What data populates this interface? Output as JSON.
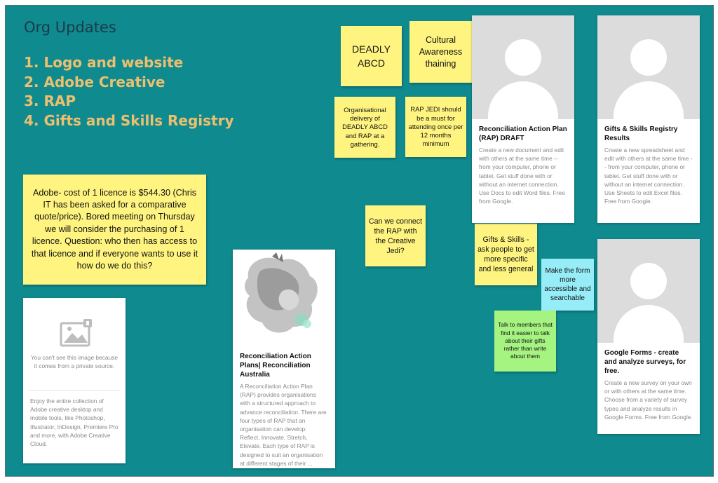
{
  "board": {
    "title": "Org Updates",
    "agenda": [
      "1. Logo and website",
      "2. Adobe Creative",
      "3. RAP",
      "4. Gifts and Skills Registry"
    ]
  },
  "stickies": {
    "deadly": "DEADLY ABCD",
    "cultural": "Cultural Awareness thaining",
    "org_delivery": "Organisational delivery of DEADLY ABCD and RAP at a gathering.",
    "rap_jedi": "RAP JEDI should be a must for attending once per 12 months minimum",
    "adobe_cost": "Adobe- cost of 1 licence is $544.30 (Chris IT has been asked for a comparative quote/price). Bored meeting on Thursday we will consider the purchasing of 1 licence. Question: who then has access to that licence and if everyone wants to use it how do we do this?",
    "connect_rap": "Can we connect the RAP with the Creative Jedi?",
    "gifts_skills": "Gifts & Skills - ask people to get more specific and less general",
    "form_accessible": "Make the form more accessible and searchable",
    "talk_members": "Talk to members that find it easier to talk about their gifts rather than write about them"
  },
  "cards": {
    "rap_draft": {
      "title": "Reconciliation Action Plan (RAP) DRAFT",
      "desc": "Create a new document and edit with others at the same time -- from your computer, phone or tablet. Get stuff done with or without an internet connection. Use Docs to edit Word files. Free from Google."
    },
    "gifts_results": {
      "title": "Gifts & Skills Registry Results",
      "desc": "Create a new spreadsheet and edit with others at the same time -- from your computer, phone or tablet. Get stuff done with or without an internet connection. Use Sheets to edit Excel files. Free from Google."
    },
    "google_forms": {
      "title": "Google Forms - create and analyze surveys, for free.",
      "desc": "Create a new survey on your own or with others at the same time. Choose from a variety of survey types and analyze results in Google Forms. Free from Google."
    },
    "adobe_private": {
      "placeholder": "You can't see this image because it comes from a private source.",
      "desc": "Enjoy the entire collection of Adobe creative desktop and mobile tools, like Photoshop, Illustrator, InDesign, Premiere Pro and more, with Adobe Creative Cloud."
    },
    "rap_australia": {
      "title": "Reconciliation Action Plans| Reconciliation Australia",
      "desc": "A Reconciliation Action Plan (RAP) provides organisations with a structured approach to advance reconciliation. There are four types of RAP that an organisation can develop: Reflect, Innovate, Stretch, Elevate. Each type of RAP is designed to suit an organisation at different stages of their ..."
    }
  },
  "colors": {
    "board": "#0f8a8f",
    "agenda_text": "#ecc06f",
    "sticky_yellow": "#fff480",
    "sticky_blue": "#96ecf7",
    "sticky_green": "#a5f380"
  }
}
